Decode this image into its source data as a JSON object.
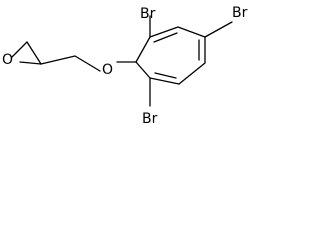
{
  "atoms": {
    "br_top_left": "Br",
    "br_top_right": "Br",
    "br_bottom": "Br",
    "oxygen_ether": "O",
    "oxygen_epoxide": "O"
  }
}
